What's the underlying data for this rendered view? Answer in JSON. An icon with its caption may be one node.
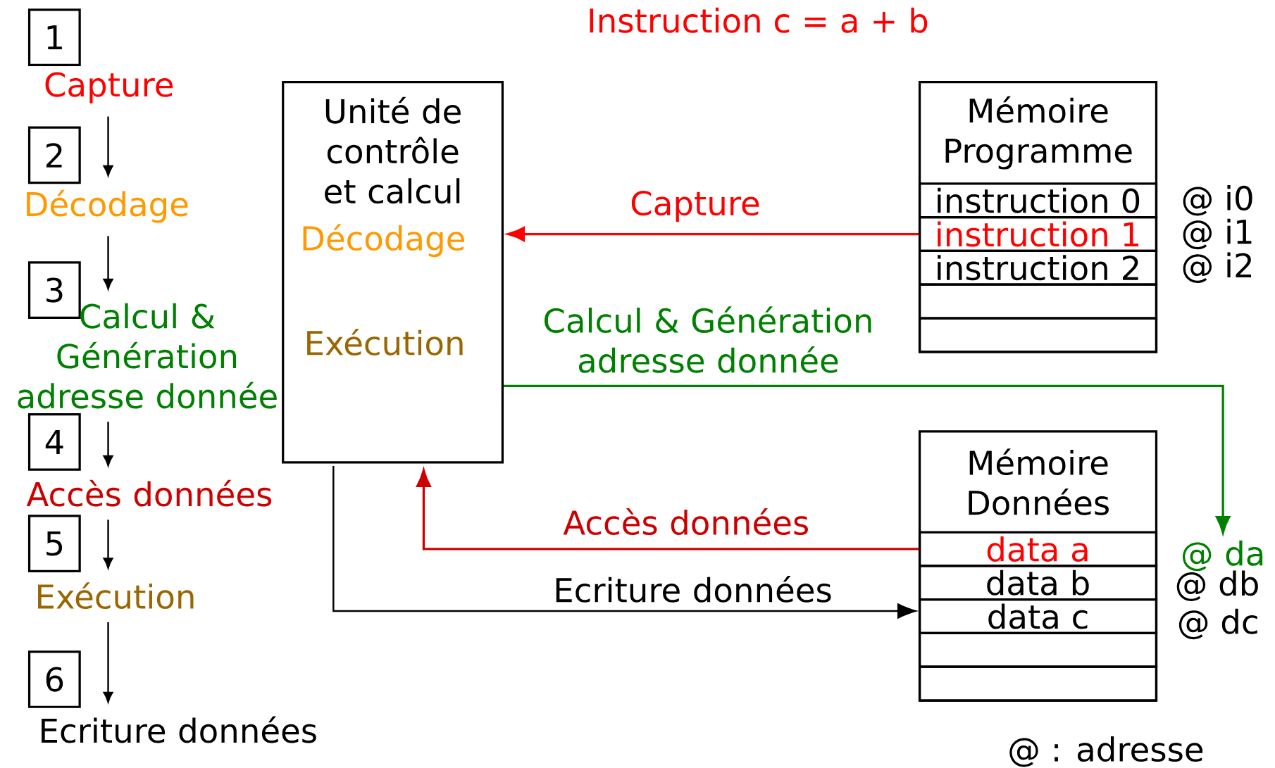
{
  "diagram": {
    "title": "Instruction c = a + b",
    "nodes": [
      {
        "text": [
          "1"
        ]
      },
      {
        "text": [
          "2"
        ]
      },
      {
        "text": [
          "3"
        ]
      },
      {
        "text": [
          "4"
        ]
      },
      {
        "text": [
          "5"
        ]
      },
      {
        "text": [
          "6"
        ]
      },
      {
        "text": [
          "Capture"
        ]
      },
      {
        "text": [
          "Décodage"
        ]
      },
      {
        "text": [
          "Calcul & Génération adresse donnée"
        ]
      },
      {
        "text": [
          "Accès données"
        ]
      },
      {
        "text": [
          "Exécution"
        ]
      },
      {
        "text": [
          "Ecriture données"
        ]
      },
      {
        "text": [
          "Unité de contrôle et calcul",
          "Décodage",
          "Exécution"
        ]
      },
      {
        "text": [
          "Mémoire Programme"
        ]
      },
      {
        "text": [
          "instruction 0"
        ],
        "in": 13,
        "beside": [
          "@ i0"
        ]
      },
      {
        "text": [
          "instruction 1"
        ],
        "in": 13,
        "beside": [
          "@ i1"
        ]
      },
      {
        "text": [
          "instruction 2"
        ],
        "in": 13,
        "beside": [
          "@ i2"
        ]
      },
      {
        "text": [],
        "shape": "box",
        "in": 13
      },
      {
        "text": [],
        "shape": "box",
        "in": 13
      },
      {
        "text": [
          "Mémoire Données"
        ]
      },
      {
        "text": [
          "data a"
        ],
        "in": 19
      },
      {
        "text": [
          "data b"
        ],
        "in": 19
      },
      {
        "text": [
          "data c"
        ],
        "in": 19
      },
      {
        "text": [],
        "shape": "box",
        "in": 19
      },
      {
        "text": [],
        "shape": "box",
        "in": 19
      },
      {
        "text": [
          "@ da"
        ]
      }
    ],
    "edges": [
      {
        "from": 6,
        "to": 7,
        "arrow": "to"
      },
      {
        "from": 7,
        "to": 8,
        "arrow": "to"
      },
      {
        "from": 8,
        "to": 9,
        "arrow": "to"
      },
      {
        "from": 9,
        "to": 10,
        "arrow": "to"
      },
      {
        "from": 10,
        "to": 11,
        "arrow": "to"
      },
      {
        "from": 15,
        "to": 12,
        "arrow": "to",
        "label": "Capture",
        "color": "#ff0000"
      },
      {
        "from": 12,
        "to": 25,
        "arrow": "to",
        "label": "Calcul & Génération adresse donnée",
        "color": "#008000"
      },
      {
        "from": 20,
        "to": 12,
        "arrow": "to",
        "label": "Accès données",
        "color": "#cc0000"
      },
      {
        "from": 12,
        "to": 22,
        "arrow": "to",
        "label": "Ecriture données",
        "color": "#000000"
      }
    ],
    "labels": [
      "@ db",
      "@ dc",
      "@ : adresse"
    ]
  }
}
